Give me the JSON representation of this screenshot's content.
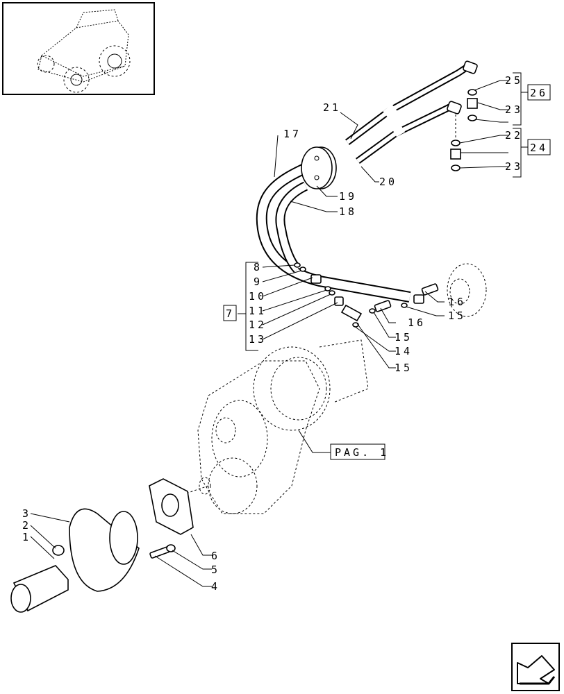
{
  "labels": {
    "l1": "1",
    "l2": "2",
    "l3": "3",
    "l4": "4",
    "l5": "5",
    "l6": "6",
    "l8": "8",
    "l9": "9",
    "l10": "10",
    "l11": "11",
    "l12": "12",
    "l13": "13",
    "l14": "14",
    "l15a": "15",
    "l15b": "15",
    "l15c": "15",
    "l16a": "16",
    "l16b": "16",
    "l17": "17",
    "l18": "18",
    "l19": "19",
    "l20": "20",
    "l21": "21",
    "l22": "22",
    "l23a": "23",
    "l23b": "23",
    "l25": "25"
  },
  "boxes": {
    "b7": "7",
    "b24": "24",
    "b26": "26",
    "pag": "PAG. 1"
  }
}
